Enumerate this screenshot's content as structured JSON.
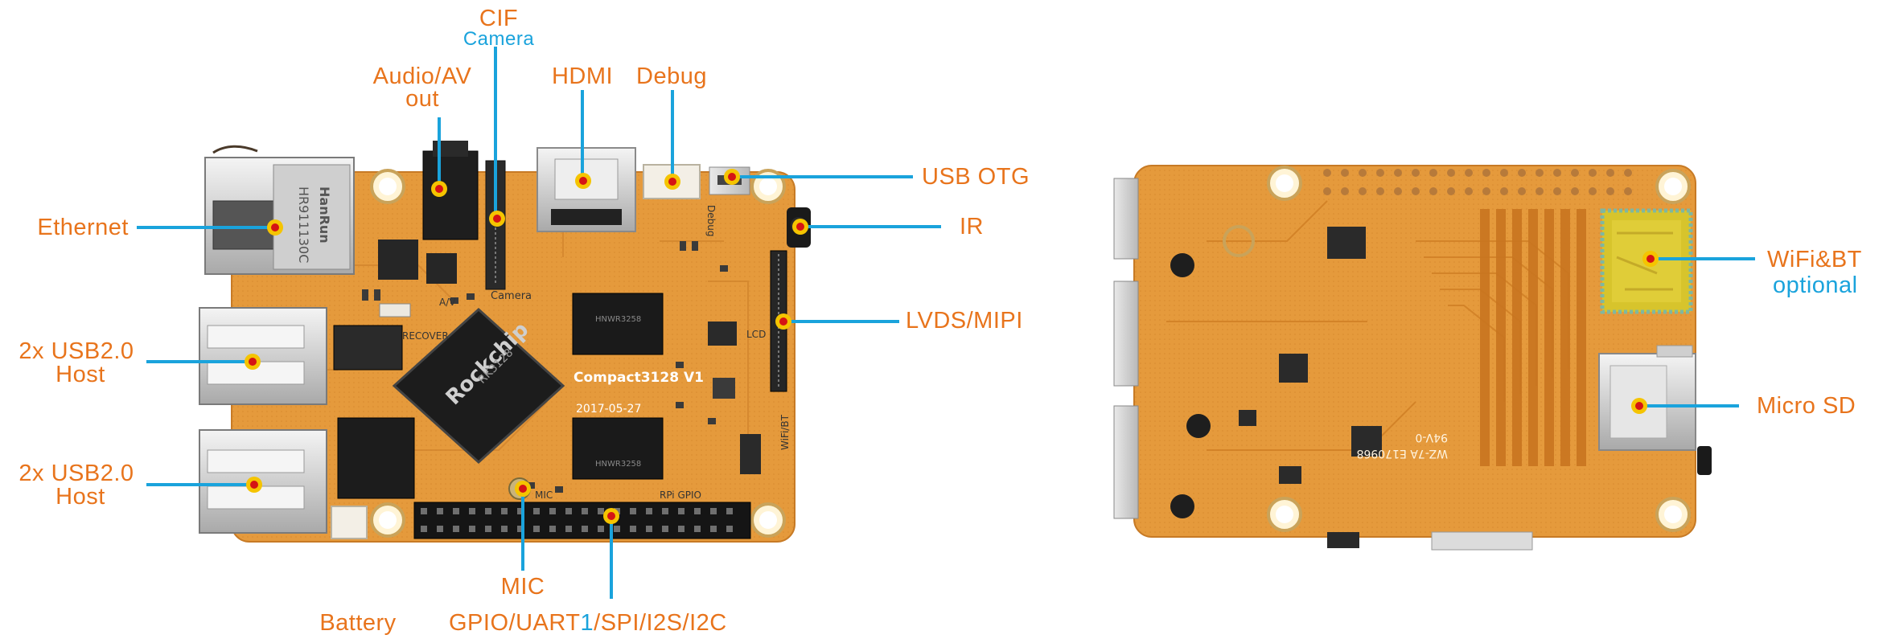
{
  "labels": {
    "cif": "CIF",
    "cif_sub": "Camera",
    "audio": "Audio/AV",
    "audio_sub": "out",
    "hdmi": "HDMI",
    "debug": "Debug",
    "usb_otg": "USB OTG",
    "ir": "IR",
    "ethernet": "Ethernet",
    "lvds": "LVDS/MIPI",
    "usb1": "2x USB2.0",
    "usb1_sub": "Host",
    "usb2": "2x USB2.0",
    "usb2_sub": "Host",
    "mic": "MIC",
    "battery": "Battery",
    "gpio_a": "GPIO/UART",
    "gpio_b": "1",
    "gpio_c": "/SPI/I2S/I2C",
    "wifi": "WiFi&BT",
    "wifi_sub": "optional",
    "microsd": "Micro SD"
  },
  "board_silk": {
    "board_name": "Compact3128 V1",
    "date": "2017-05-27",
    "soc_brand": "Rockchip",
    "soc_model": "RK3128",
    "pcb_mark": "WZ-7A E170968",
    "pcb_mark2": "94V-0",
    "eth_brand": "HanRun",
    "eth_model": "HR911130C",
    "silk_camera": "Camera",
    "silk_debug": "Debug",
    "silk_recover": "RECOVER",
    "silk_av": "A/V",
    "silk_mic": "MIC",
    "silk_gpio": "RPi GPIO",
    "silk_lcd": "LCD",
    "silk_wifi": "WiFi/BT",
    "chip_ram": "HNWR3258"
  },
  "colors": {
    "accent_orange": "#e8741c",
    "accent_blue": "#1aa3dc",
    "pcb": "#e59a3c",
    "marker": "#f5c400",
    "marker_dot": "#d51414"
  }
}
